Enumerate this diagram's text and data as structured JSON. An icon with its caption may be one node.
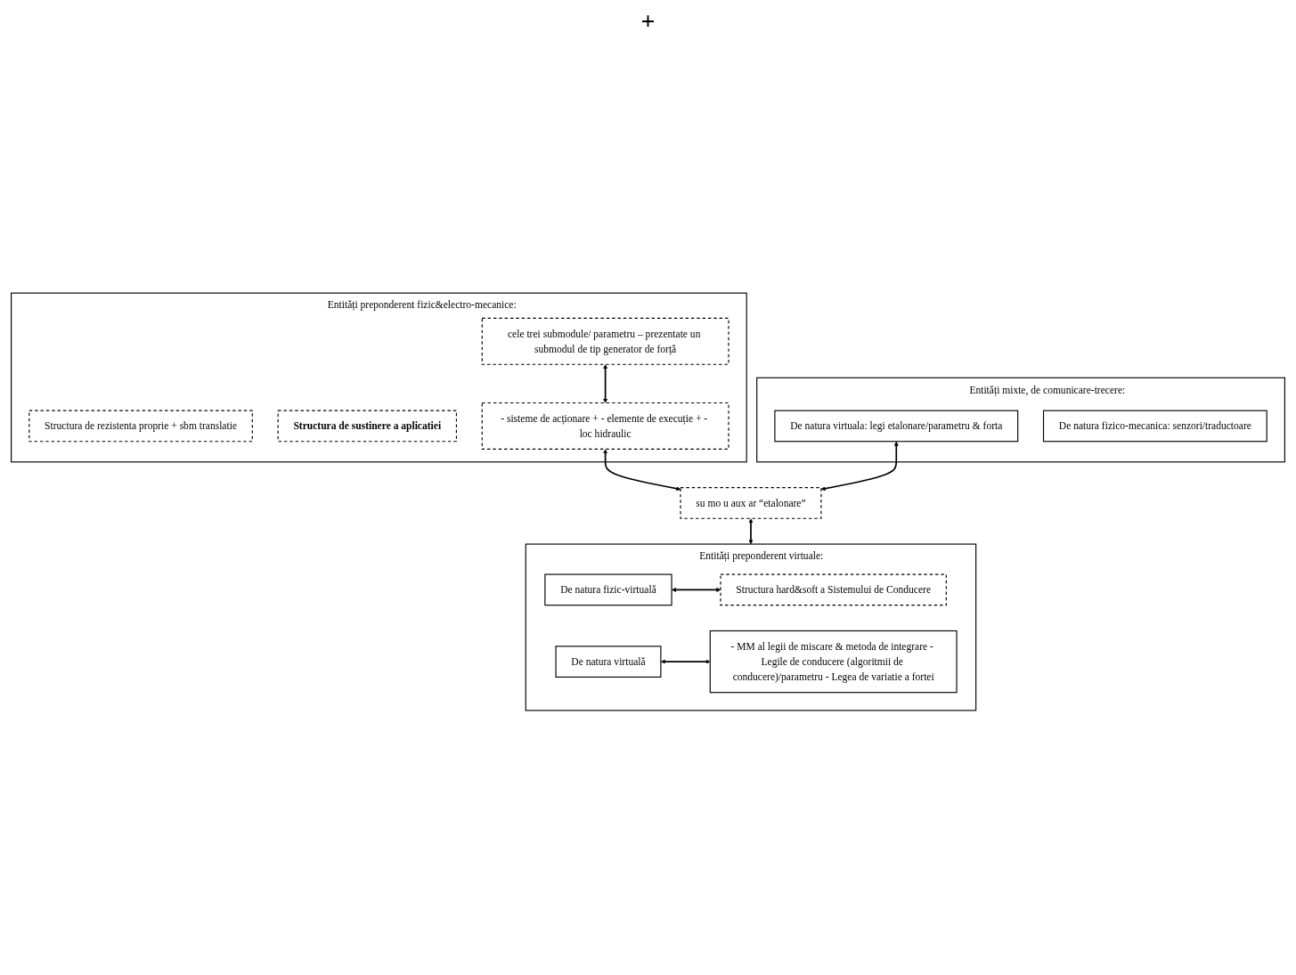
{
  "diagram": {
    "nodes": [
      {
        "text": [
          "Entități preponderent fizic&electro-mecanice:"
        ]
      },
      {
        "text": [
          "Structura de rezistenta proprie + sbm translatie"
        ],
        "in": 0
      },
      {
        "text": [
          "Structura de sustinere a aplicatiei"
        ],
        "in": 0
      },
      {
        "text": [
          "cele trei submodule/ parametru – prezentate un submodul de tip generator de forță"
        ],
        "in": 0
      },
      {
        "text": [
          "- sisteme de acționare + - elemente de execuție + - loc hidraulic"
        ],
        "in": 0
      },
      {
        "text": [
          "Entități mixte, de comunicare-trecere:"
        ]
      },
      {
        "text": [
          "De natura virtuala: legi etalonare/parametru & forta"
        ],
        "in": 5
      },
      {
        "text": [
          "De natura fizico-mecanica: senzori/traductoare"
        ],
        "in": 5
      },
      {
        "text": [
          "su mo u aux ar “etalonare”"
        ]
      },
      {
        "text": [
          "Entități preponderent virtuale:"
        ]
      },
      {
        "text": [
          "De natura fizic-virtuală"
        ],
        "in": 9
      },
      {
        "text": [
          "Structura hard&soft a Sistemului de Conducere"
        ],
        "in": 9
      },
      {
        "text": [
          "De natura virtuală"
        ],
        "in": 9
      },
      {
        "text": [
          "- MM al legii de miscare & metoda de integrare - Legile de conducere (algoritmii de conducere)/parametru - Legea de variatie a fortei"
        ],
        "in": 9
      }
    ],
    "edges": [
      {
        "from": 3,
        "to": 4,
        "arrow": "both"
      },
      {
        "from": 4,
        "to": 8,
        "arrow": "both"
      },
      {
        "from": 6,
        "to": 8,
        "arrow": "both"
      },
      {
        "from": 8,
        "to": 9,
        "arrow": "both"
      },
      {
        "from": 10,
        "to": 11,
        "arrow": "both"
      },
      {
        "from": 12,
        "to": 13,
        "arrow": "both"
      }
    ],
    "labels": [
      "+"
    ]
  }
}
